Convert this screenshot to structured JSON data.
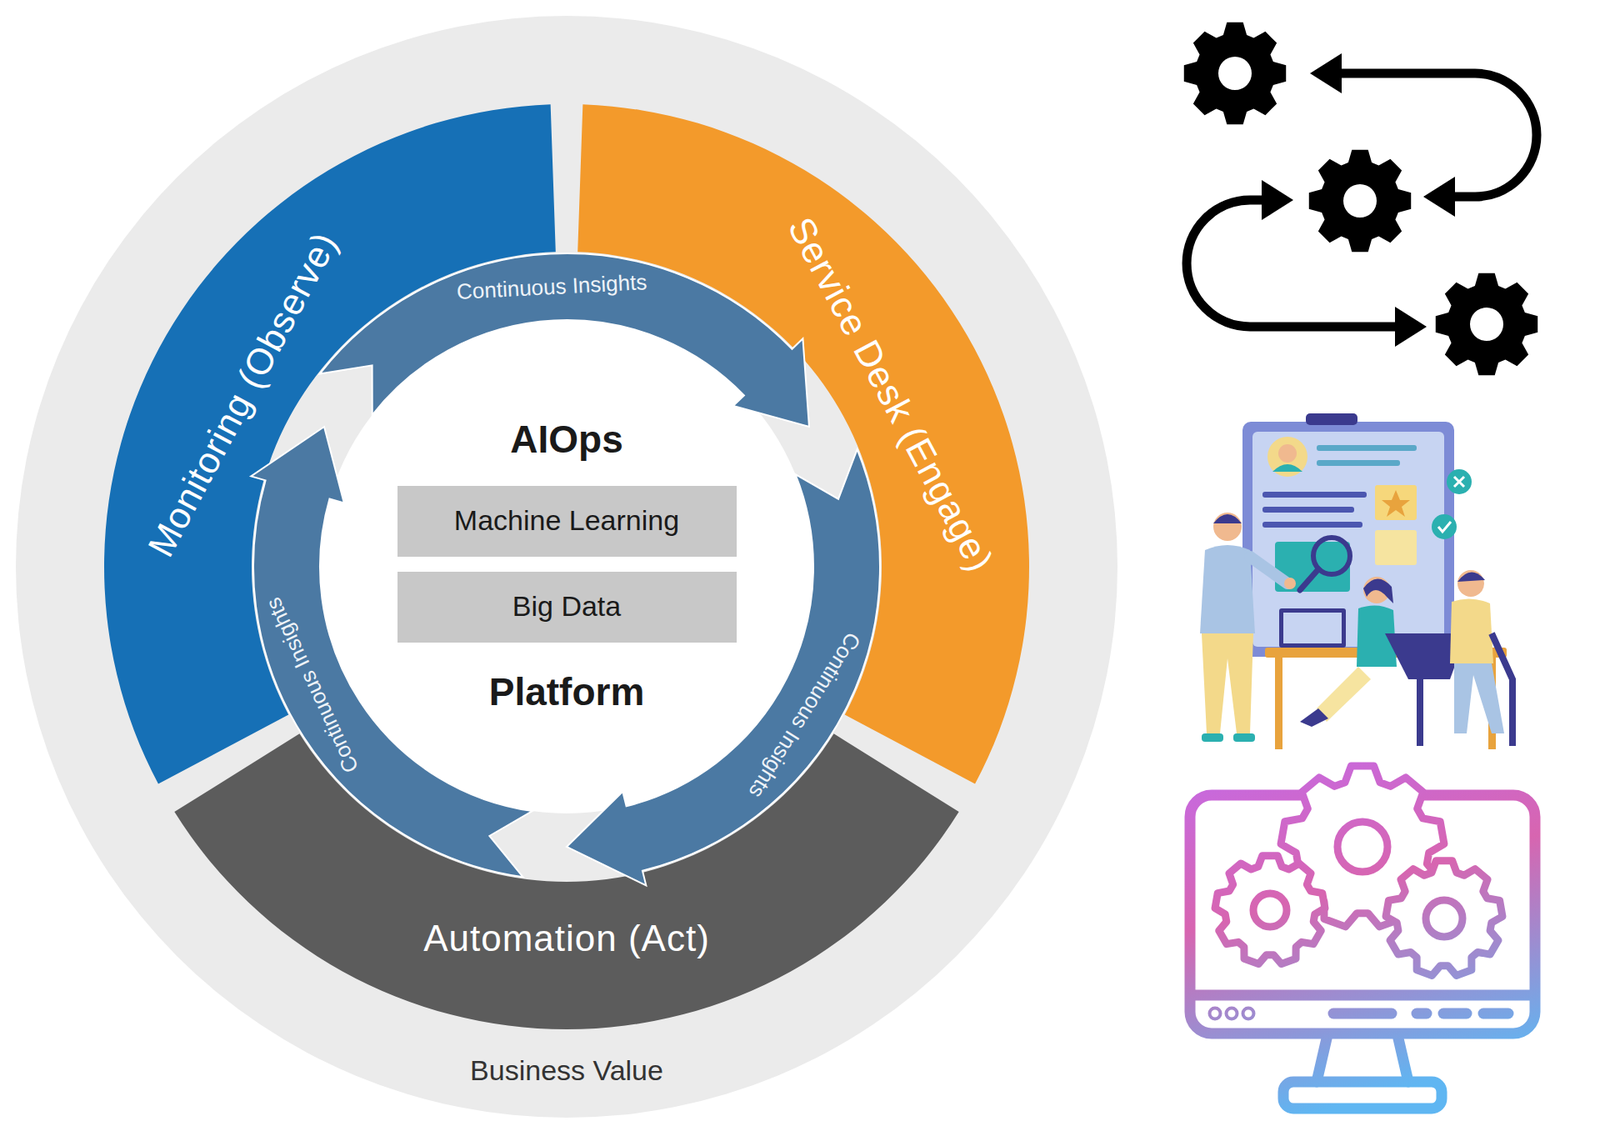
{
  "diagram": {
    "nodes": [
      {
        "text": [
          "Business Value"
        ]
      },
      {
        "text": [
          "Monitoring (Observe)"
        ],
        "in": 0
      },
      {
        "text": [
          "Service Desk (Engage)"
        ],
        "in": 0
      },
      {
        "text": [
          "Automation (Act)"
        ],
        "in": 0
      },
      {
        "text": [
          "AIOps",
          "Platform"
        ],
        "in": 0
      },
      {
        "text": [
          "Machine Learning"
        ],
        "in": 4
      },
      {
        "text": [
          "Big Data"
        ],
        "in": 4
      }
    ],
    "labels": [
      "Continuous Insights",
      "Continuous Insights",
      "Continuous Insights"
    ]
  }
}
